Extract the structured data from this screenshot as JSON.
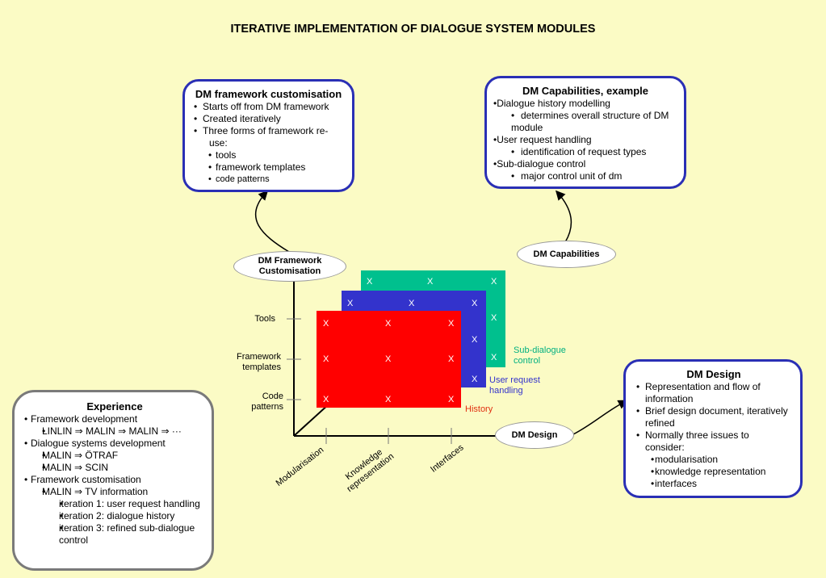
{
  "title": "ITERATIVE IMPLEMENTATION OF DIALOGUE SYSTEM MODULES",
  "framework_box": {
    "heading": "DM framework customisation",
    "items": [
      "Starts off from DM framework",
      "Created iteratively",
      "Three forms of framework re-",
      "use:"
    ],
    "subitems": [
      "tools",
      "framework templates",
      "code patterns"
    ]
  },
  "capabilities_box": {
    "heading": "DM Capabilities, example",
    "l1": "•Dialogue history modelling",
    "l1a": "determines overall structure of DM",
    "l1b": "module",
    "l2": "•User request handling",
    "l2a": "identification of request types",
    "l3": "•Sub-dialogue control",
    "l3a": "major control unit of dm"
  },
  "design_box": {
    "heading": "DM Design",
    "i1a": "Representation and flow of",
    "i1b": "information",
    "i2a": "Brief design document, iteratively",
    "i2b": "refined",
    "i3a": "Normally three issues to",
    "i3b": "consider:",
    "sub": [
      "modularisation",
      "knowledge representation",
      "interfaces"
    ]
  },
  "experience_box": {
    "heading": "Experience",
    "l1": "Framework development",
    "l1a": "LINLIN ⇒ MALIN ⇒ MALIN ⇒ ···",
    "l2": "Dialogue systems development",
    "l2a": "MALIN ⇒ ÖTRAF",
    "l2b": "MALIN ⇒ SCIN",
    "l3": "Framework customisation",
    "l3a": "MALIN ⇒ TV information",
    "it1": "iteration 1: user request handling",
    "it2": "iteration 2: dialogue history",
    "it3a": "iteration 3: refined sub-dialogue",
    "it3b": "control"
  },
  "ellipses": {
    "framework_l1": "DM Framework",
    "framework_l2": "Customisation",
    "capabilities": "DM Capabilities",
    "design": "DM Design"
  },
  "y_axis": {
    "tools": "Tools",
    "templates_l1": "Framework",
    "templates_l2": "templates",
    "code_l1": "Code",
    "code_l2": "patterns"
  },
  "x_axis": {
    "modularisation": "Modularisation",
    "knowledge_l1": "Knowledge",
    "knowledge_l2": "representation",
    "interfaces": "Interfaces"
  },
  "layers": {
    "subdialogue_l1": "Sub-dialogue",
    "subdialogue_l2": "control",
    "userreq_l1": "User request",
    "userreq_l2": "handling",
    "history": "History",
    "mark": "X"
  },
  "colors": {
    "history": "#ff0000",
    "user_request": "#3333cc",
    "sub_dialogue": "#00c08e",
    "box_border": "#2a2fb5",
    "background": "#fbfbc5"
  }
}
